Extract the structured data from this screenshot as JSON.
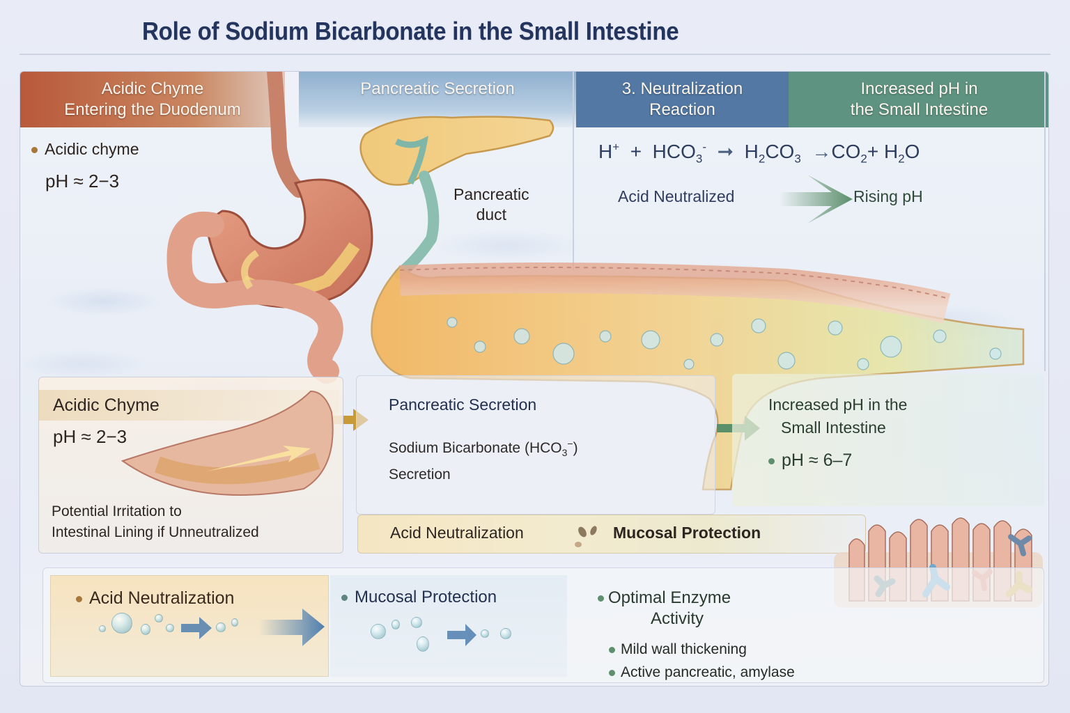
{
  "title": "Role of Sodium Bicarbonate in the Small Intestine",
  "colors": {
    "title": "#23345f",
    "chyme_header": "#b8593a",
    "pancreas_header": "#8fb0cf",
    "neutralization_header": "#5278a3",
    "increased_ph_header": "#5f9381",
    "gold_arrow": "#c99a3a",
    "green_arrow": "#5b8f6a",
    "blue_arrow": "#4f7fae"
  },
  "top_row": {
    "chyme": {
      "header_line1": "Acidic Chyme",
      "header_line2": "Entering the Duodenum",
      "bullet": "Acidic chyme",
      "ph": "pH ≈ 2−3"
    },
    "pancreas": {
      "header": "Pancreatic Secretion",
      "duct_label_line1": "Pancreatic",
      "duct_label_line2": "duct"
    },
    "neutralization": {
      "header_line1": "3. Neutralization",
      "header_line2": "Reaction",
      "equation": {
        "reactant1": "H",
        "reactant1_sup": "+",
        "plus1": "+",
        "reactant2": "HCO",
        "reactant2_sub": "3",
        "reactant2_sup": "-",
        "intermediate_h": "H",
        "intermediate_h_sub": "2",
        "intermediate_co": "CO",
        "intermediate_co_sub": "3",
        "product1": "CO",
        "product1_sub": "2",
        "plus2": "+",
        "product2_h": "H",
        "product2_sub": "2",
        "product2_o": "O"
      },
      "acid_label": "Acid Neutralized",
      "rising_label": "Rising pH"
    },
    "increased_ph": {
      "header_line1": "Increased pH in",
      "header_line2": "the Small Intestine"
    }
  },
  "middle_row": {
    "acidic_panel": {
      "title": "Acidic Chyme",
      "ph": "pH ≈ 2−3",
      "note_line1": "Potential Irritation to",
      "note_line2": "Intestinal Lining if Unneutralized"
    },
    "secretion_panel": {
      "title": "Pancreatic Secretion",
      "line1_prefix": "Sodium Bicarbonate (HCO",
      "line1_sub": "3",
      "line1_sup": "−",
      "line1_suffix": ")",
      "line2": "Secretion"
    },
    "increased_panel": {
      "title_line1": "Increased pH in the",
      "title_line2": "Small Intestine",
      "ph": "pH ≈ 6–7"
    },
    "benefit_bar": {
      "item1": "Acid Neutralization",
      "item2": "Mucosal Protection"
    }
  },
  "bottom_row": {
    "acid_neutralization": "Acid Neutralization",
    "mucosal_protection": "Mucosal Protection",
    "enzyme": {
      "title_line1": "Optimal Enzyme",
      "title_line2": "Activity",
      "bullets": [
        "Mild wall thickening",
        "Active pancreatic, amylase"
      ]
    }
  },
  "icons": {
    "stomach": "stomach-illustration",
    "pancreas": "pancreas-illustration",
    "intestine": "intestine-illustration",
    "villi": "villi-illustration",
    "bubbles": "bicarbonate-bubbles"
  }
}
